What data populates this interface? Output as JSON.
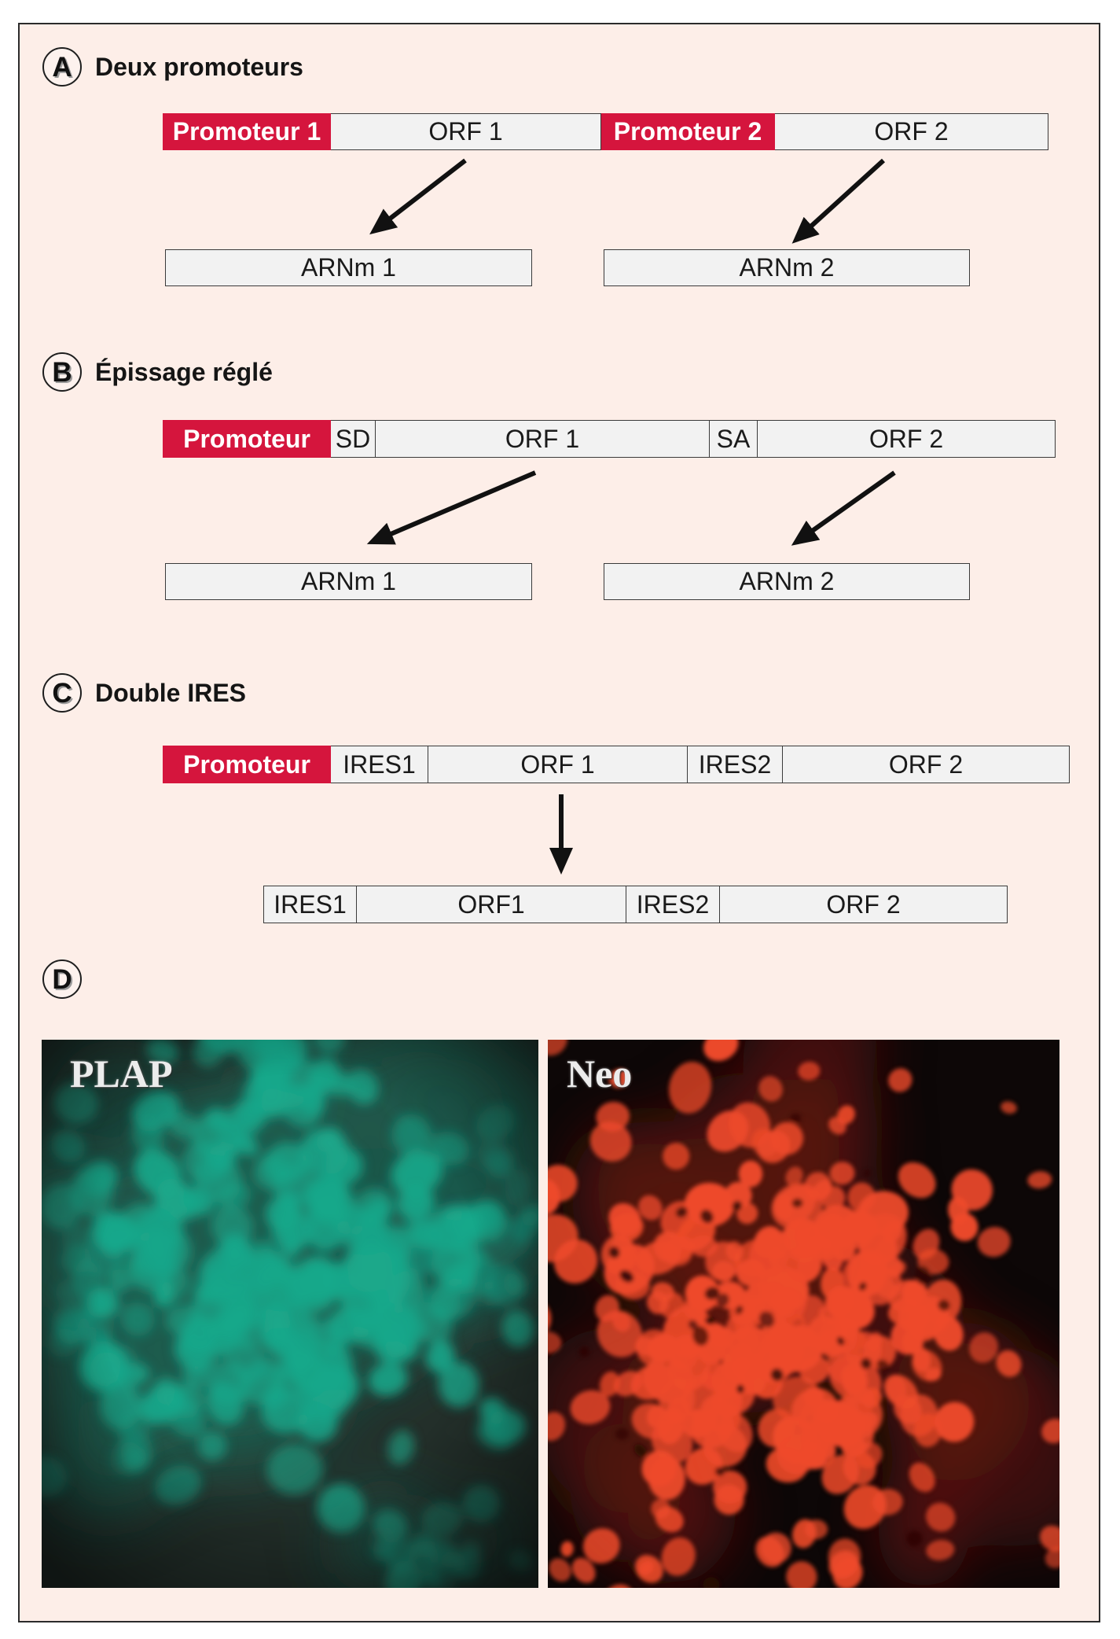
{
  "panel_a": {
    "letter": "A",
    "title": "Deux promoteurs",
    "construct": {
      "promoter1": "Promoteur 1",
      "orf1": "ORF 1",
      "promoter2": "Promoteur 2",
      "orf2": "ORF 2"
    },
    "mrna1": "ARNm 1",
    "mrna2": "ARNm 2"
  },
  "panel_b": {
    "letter": "B",
    "title": "Épissage réglé",
    "construct": {
      "promoter": "Promoteur",
      "sd": "SD",
      "orf1": "ORF 1",
      "sa": "SA",
      "orf2": "ORF 2"
    },
    "mrna1": "ARNm 1",
    "mrna2": "ARNm 2"
  },
  "panel_c": {
    "letter": "C",
    "title": "Double IRES",
    "construct": {
      "promoter": "Promoteur",
      "ires1": "IRES1",
      "orf1": "ORF 1",
      "ires2": "IRES2",
      "orf2": "ORF 2"
    },
    "transcript": {
      "ires1": "IRES1",
      "orf1": "ORF1",
      "ires2": "IRES2",
      "orf2": "ORF 2"
    }
  },
  "panel_d": {
    "letter": "D",
    "images": [
      {
        "label": "PLAP"
      },
      {
        "label": "Neo"
      }
    ]
  },
  "colors": {
    "background": "#fdeee8",
    "box": "#f2f2f2",
    "promoter": "#d5153d",
    "plap_background": "#24302b",
    "plap_haze": "#1c5e50",
    "plap_signal": "#1aa88b",
    "neo_background": "#0d0707",
    "neo_haze": "#5e160e",
    "neo_signal": "#ee4a2a"
  }
}
